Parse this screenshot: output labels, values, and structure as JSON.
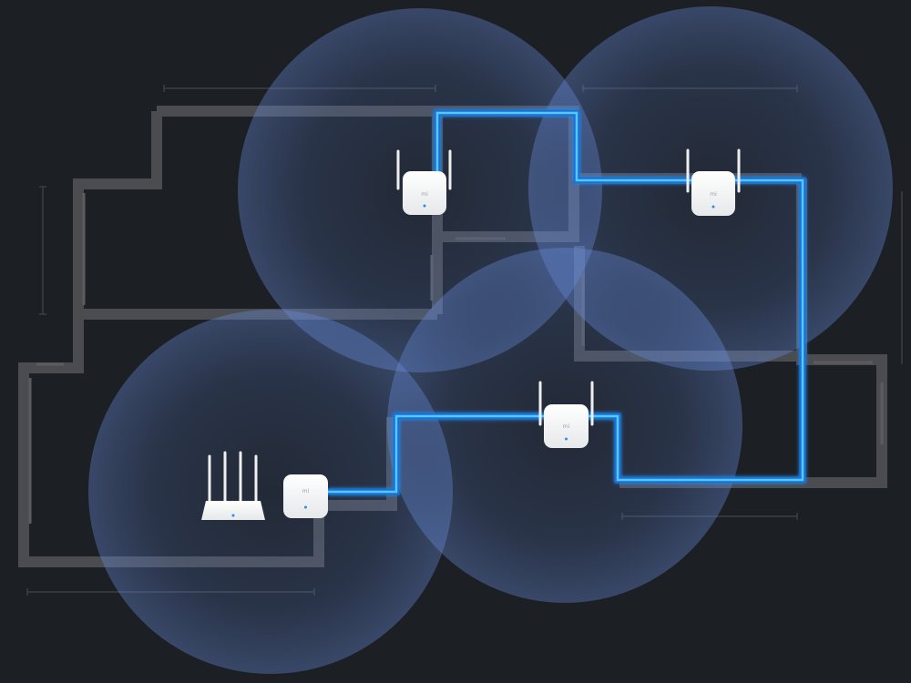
{
  "scene": {
    "background": "#1c1f24",
    "wall_color": "#4a4c50",
    "dimension_line_color": "#3c3f44",
    "coverage_color": "#5f86d8",
    "network_line_color": "#2aa8f0",
    "device_color": "#f4f4f4",
    "led_color": "#2a8cf0"
  },
  "devices": {
    "brand_mark": "mi",
    "router": {
      "icon": "router-icon",
      "antennas": 4,
      "label": ""
    },
    "plc_adapter": {
      "icon": "powerline-adapter-icon",
      "label": ""
    },
    "extenders": [
      {
        "icon": "wifi-extender-icon",
        "antennas": 2,
        "label": ""
      },
      {
        "icon": "wifi-extender-icon",
        "antennas": 2,
        "label": ""
      },
      {
        "icon": "wifi-extender-icon",
        "antennas": 2,
        "label": ""
      }
    ]
  }
}
